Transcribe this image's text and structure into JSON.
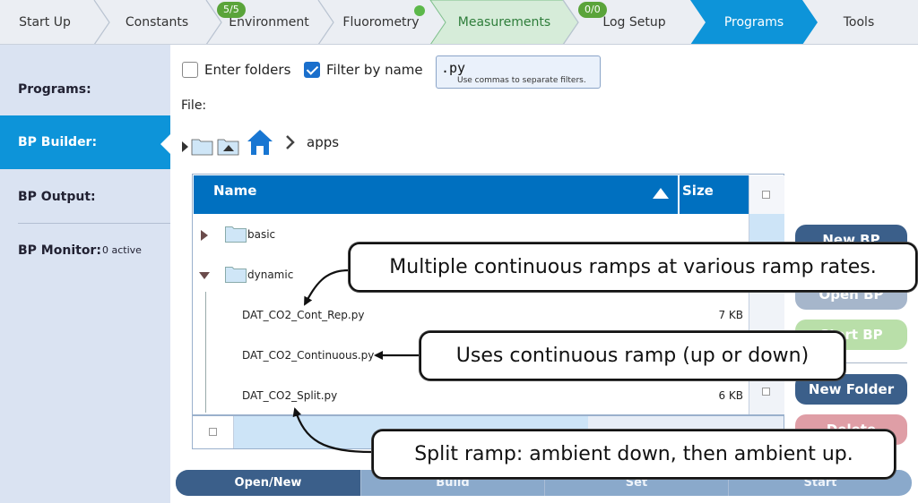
{
  "nav": {
    "tabs": [
      {
        "label": "Start Up"
      },
      {
        "label": "Constants"
      },
      {
        "label": "Environment",
        "badge": "5/5"
      },
      {
        "label": "Fluorometry",
        "status": "ok"
      },
      {
        "label": "Measurements"
      },
      {
        "label": "Log Setup",
        "badge": "0/0"
      },
      {
        "label": "Programs",
        "active": true
      },
      {
        "label": "Tools"
      }
    ]
  },
  "sidebar": {
    "items": [
      {
        "label": "Programs:"
      },
      {
        "label": "BP Builder:",
        "active": true
      },
      {
        "label": "BP Output:"
      },
      {
        "label": "BP Monitor:",
        "sub": "0 active"
      }
    ]
  },
  "filters": {
    "enter_folders_label": "Enter folders",
    "enter_folders_checked": false,
    "filter_by_name_label": "Filter by name",
    "filter_by_name_checked": true,
    "filter_value": ".py",
    "filter_hint": "Use commas to separate filters."
  },
  "file_label": "File:",
  "breadcrumb": {
    "icons": [
      "expand-arrow-icon",
      "folder-icon",
      "folder-up-icon",
      "home-icon",
      "chevron-right-icon"
    ],
    "path": "apps"
  },
  "table": {
    "columns": {
      "name": "Name",
      "size": "Size"
    },
    "sort": "ascending",
    "rows": [
      {
        "name": "basic",
        "type": "folder",
        "expanded": false,
        "size": ""
      },
      {
        "name": "dynamic",
        "type": "folder",
        "expanded": true,
        "size": ""
      },
      {
        "name": "DAT_CO2_Cont_Rep.py",
        "type": "file",
        "size": "7 KB"
      },
      {
        "name": "DAT_CO2_Continuous.py",
        "type": "file",
        "size": ""
      },
      {
        "name": "DAT_CO2_Split.py",
        "type": "file",
        "size": "6 KB"
      }
    ]
  },
  "buttons": {
    "new_bp": "New BP",
    "open_bp": "Open BP",
    "start_bp": "Start BP",
    "new_folder": "New Folder",
    "delete": "Delete"
  },
  "bottom_tabs": [
    {
      "label": "Open/New",
      "active": true
    },
    {
      "label": "Build"
    },
    {
      "label": "Set"
    },
    {
      "label": "Start"
    }
  ],
  "callouts": {
    "cont_rep": "Multiple continuous ramps at various ramp rates.",
    "continuous": "Uses continuous ramp (up or down)",
    "split": "Split ramp: ambient down, then ambient up."
  },
  "colors": {
    "active_blue": "#0d94d9",
    "measurements_green": "#d6ecd9",
    "header_blue": "#0070c0",
    "sidebar_bg": "#dae3f2",
    "button_navy": "#3b5f8a",
    "button_green": "#b9dfa9",
    "button_red": "#df9ea6"
  }
}
